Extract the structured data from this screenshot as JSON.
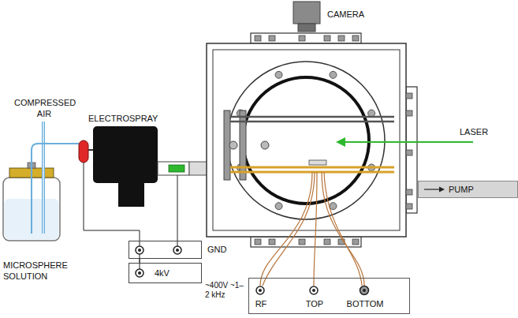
{
  "diagram": {
    "nodes": [
      {
        "text": [
          "GND"
        ]
      },
      {
        "text": [
          "4kV"
        ]
      },
      {
        "text": [
          "~400V ~1–2 kHz",
          "RF",
          "TOP",
          "BOTTOM"
        ]
      },
      {
        "text": [
          "PUMP"
        ]
      }
    ],
    "edges": [
      {
        "from": 1,
        "to": 0,
        "arrow": "none"
      }
    ],
    "labels": [
      "COMPRESSED AIR",
      "ELECTROSPRAY",
      "CAMERA",
      "LASER",
      "MICROSPHERE SOLUTION"
    ]
  }
}
